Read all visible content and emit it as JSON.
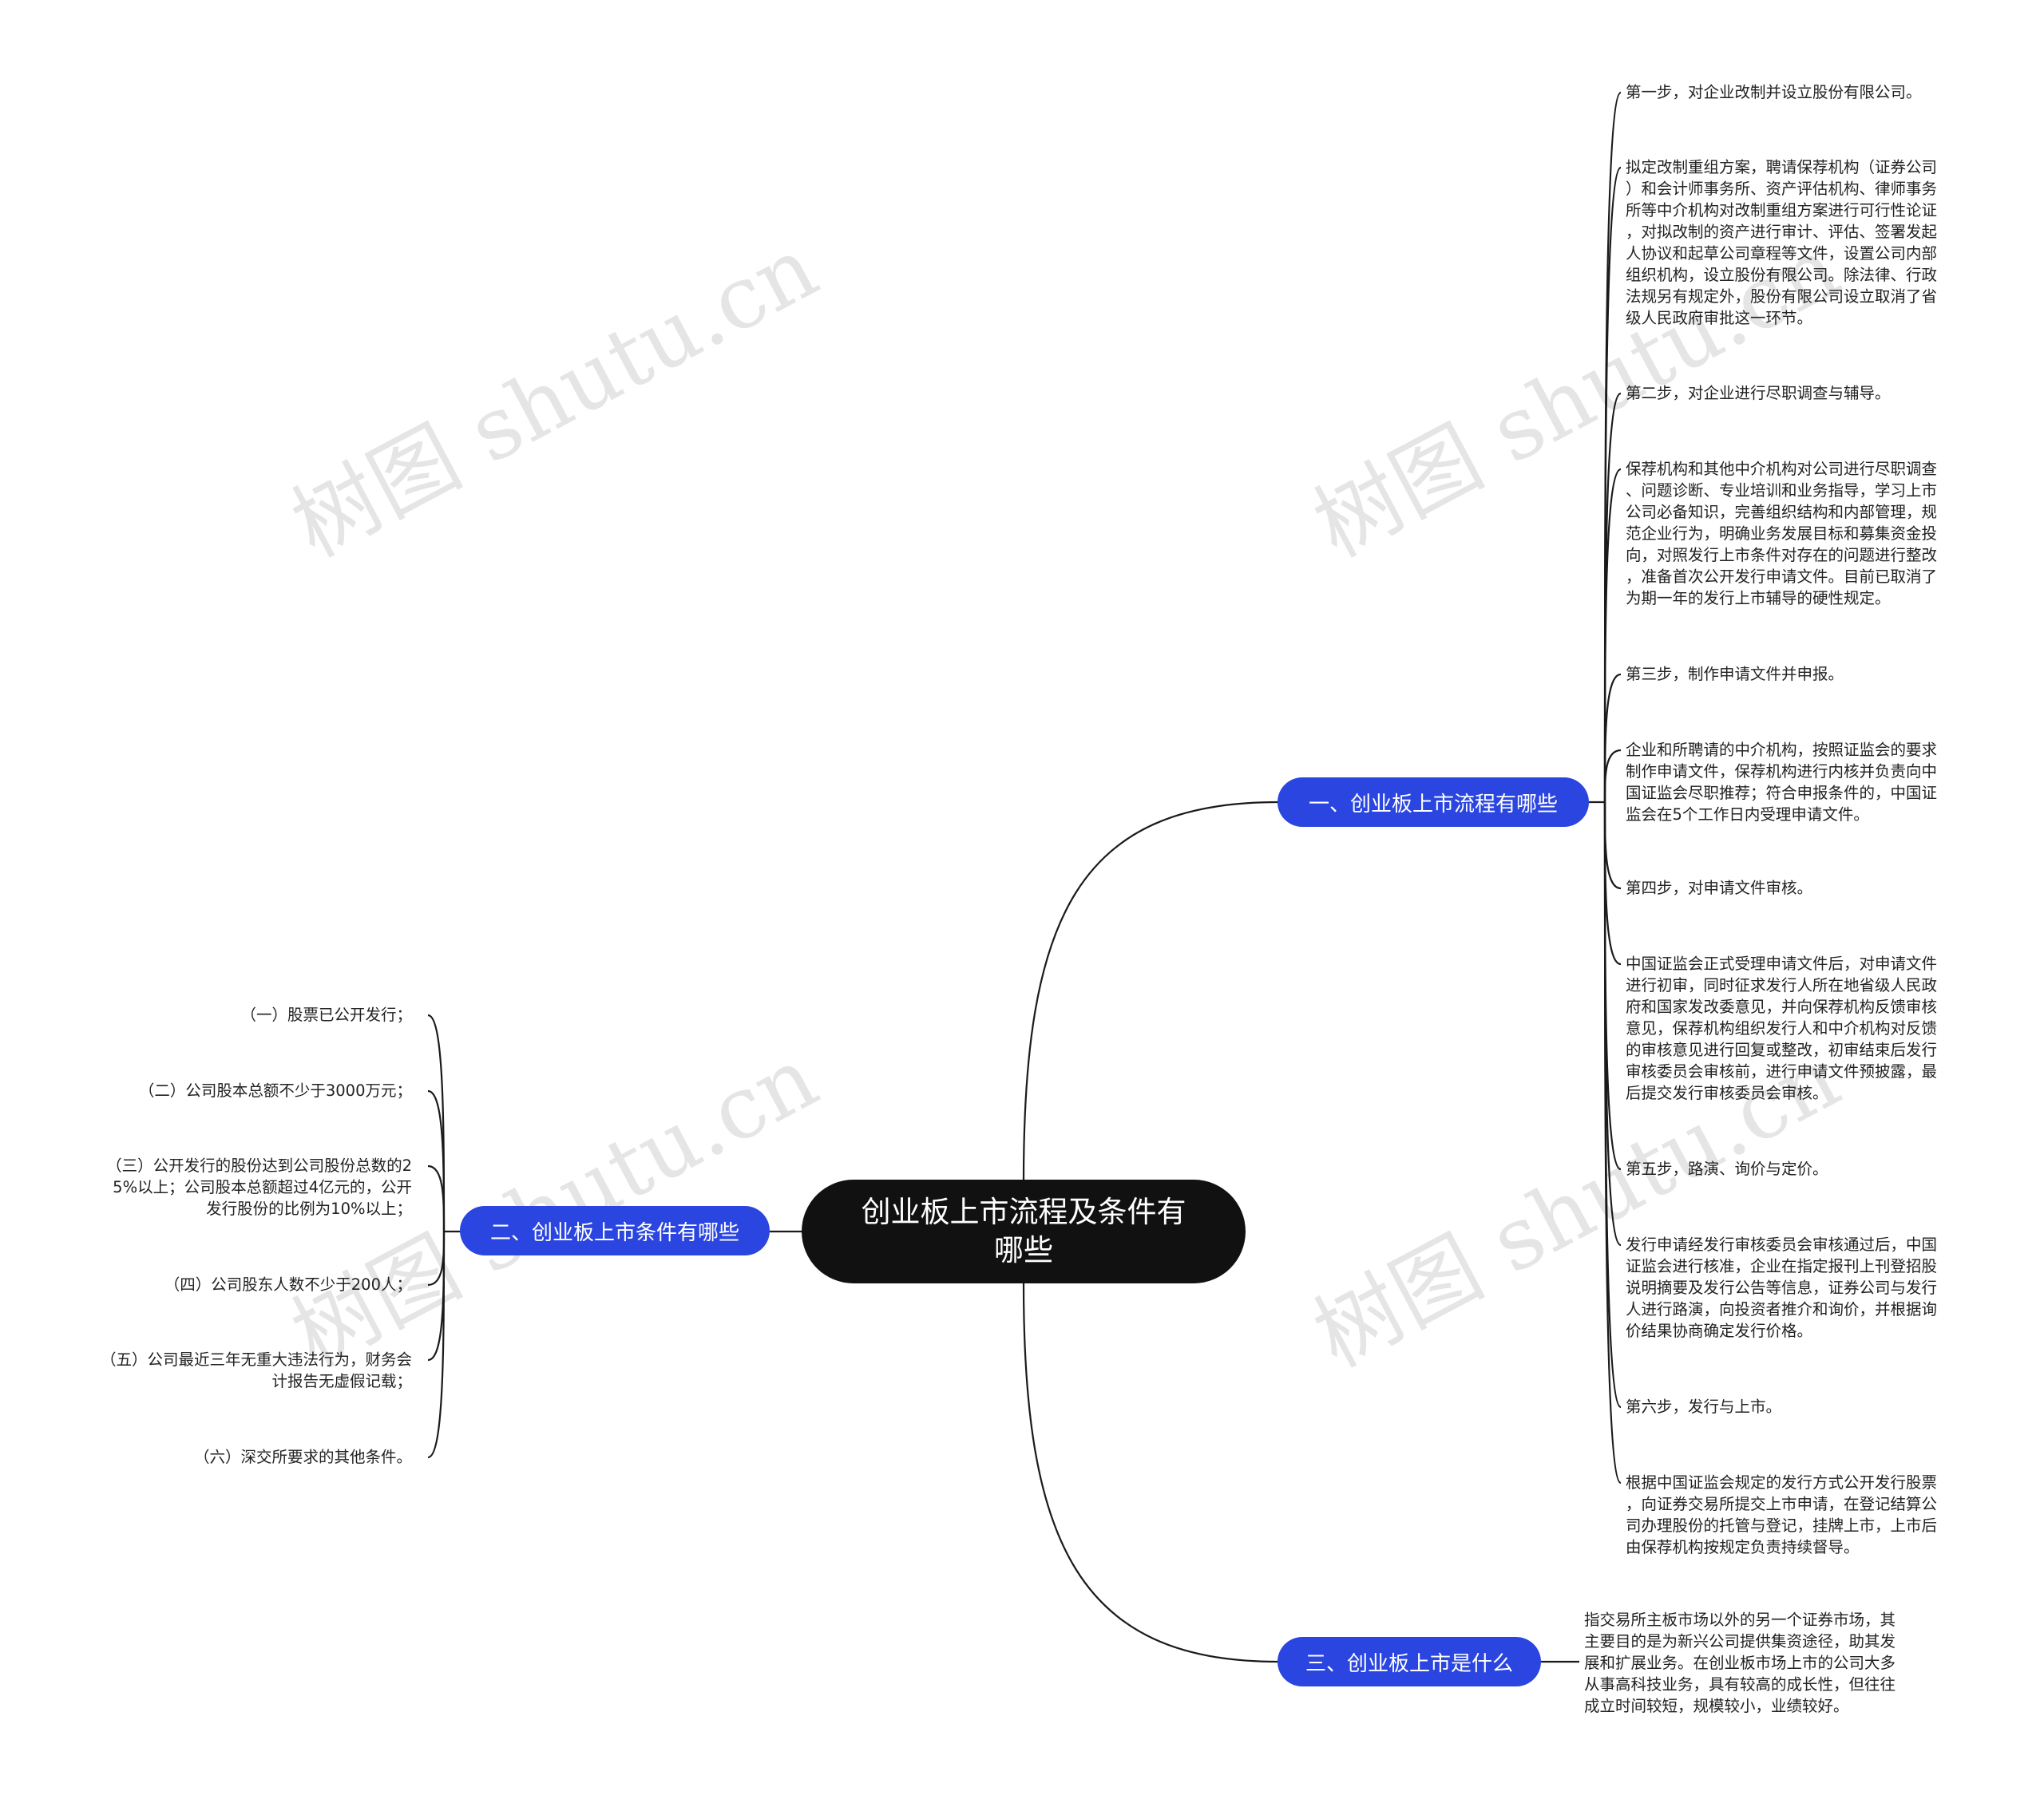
{
  "root": {
    "title": "创业板上市流程及条件有哪些"
  },
  "watermark": "树图 shutu.cn",
  "branches": [
    {
      "label": "一、创业板上市流程有哪些",
      "items": [
        "第一步，对企业改制并设立股份有限公司。",
        "拟定改制重组方案，聘请保荐机构（证券公司\n）和会计师事务所、资产评估机构、律师事务\n所等中介机构对改制重组方案进行可行性论证\n，对拟改制的资产进行审计、评估、签署发起\n人协议和起草公司章程等文件，设置公司内部\n组织机构，设立股份有限公司。除法律、行政\n法规另有规定外，股份有限公司设立取消了省\n级人民政府审批这一环节。",
        "第二步，对企业进行尽职调查与辅导。",
        "保荐机构和其他中介机构对公司进行尽职调查\n、问题诊断、专业培训和业务指导，学习上市\n公司必备知识，完善组织结构和内部管理，规\n范企业行为，明确业务发展目标和募集资金投\n向，对照发行上市条件对存在的问题进行整改\n，准备首次公开发行申请文件。目前已取消了\n为期一年的发行上市辅导的硬性规定。",
        "第三步，制作申请文件并申报。",
        "企业和所聘请的中介机构，按照证监会的要求\n制作申请文件，保荐机构进行内核并负责向中\n国证监会尽职推荐；符合申报条件的，中国证\n监会在5个工作日内受理申请文件。",
        "第四步，对申请文件审核。",
        "中国证监会正式受理申请文件后，对申请文件\n进行初审，同时征求发行人所在地省级人民政\n府和国家发改委意见，并向保荐机构反馈审核\n意见，保荐机构组织发行人和中介机构对反馈\n的审核意见进行回复或整改，初审结束后发行\n审核委员会审核前，进行申请文件预披露，最\n后提交发行审核委员会审核。",
        "第五步，路演、询价与定价。",
        "发行申请经发行审核委员会审核通过后，中国\n证监会进行核准，企业在指定报刊上刊登招股\n说明摘要及发行公告等信息，证券公司与发行\n人进行路演，向投资者推介和询价，并根据询\n价结果协商确定发行价格。",
        "第六步，发行与上市。",
        "根据中国证监会规定的发行方式公开发行股票\n，向证券交易所提交上市申请，在登记结算公\n司办理股份的托管与登记，挂牌上市，上市后\n由保荐机构按规定负责持续督导。"
      ]
    },
    {
      "label": "二、创业板上市条件有哪些",
      "items": [
        "（一）股票已公开发行；",
        "（二）公司股本总额不少于3000万元；",
        "（三）公开发行的股份达到公司股份总数的2\n5%以上；公司股本总额超过4亿元的，公开\n发行股份的比例为10%以上；",
        "（四）公司股东人数不少于200人；",
        "（五）公司最近三年无重大违法行为，财务会\n计报告无虚假记载；",
        "（六）深交所要求的其他条件。"
      ]
    },
    {
      "label": "三、创业板上市是什么",
      "items": [
        "指交易所主板市场以外的另一个证券市场，其\n主要目的是为新兴公司提供集资途径，助其发\n展和扩展业务。在创业板市场上市的公司大多\n从事高科技业务，具有较高的成长性，但往往\n成立时间较短，规模较小，业绩较好。"
      ]
    }
  ]
}
